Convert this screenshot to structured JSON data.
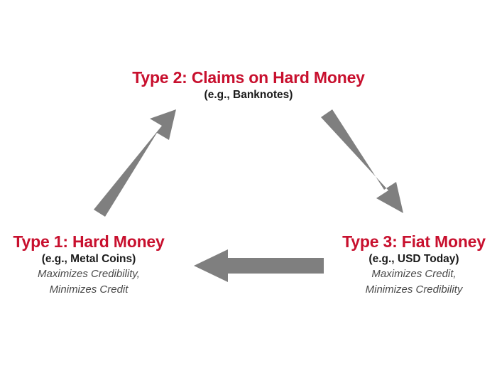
{
  "colors": {
    "title": "#c8102e",
    "arrow": "#7f7f7f"
  },
  "nodes": {
    "type2": {
      "title": "Type 2: Claims on Hard Money",
      "example": "(e.g., Banknotes)"
    },
    "type1": {
      "title": "Type 1: Hard Money",
      "example": "(e.g., Metal Coins)",
      "desc_line1": "Maximizes Credibility,",
      "desc_line2": "Minimizes Credit"
    },
    "type3": {
      "title": "Type 3: Fiat Money",
      "example": "(e.g., USD Today)",
      "desc_line1": "Maximizes Credit,",
      "desc_line2": "Minimizes Credibility"
    }
  },
  "edges": [
    {
      "from": "type1",
      "to": "type2"
    },
    {
      "from": "type2",
      "to": "type3"
    },
    {
      "from": "type3",
      "to": "type1"
    }
  ]
}
